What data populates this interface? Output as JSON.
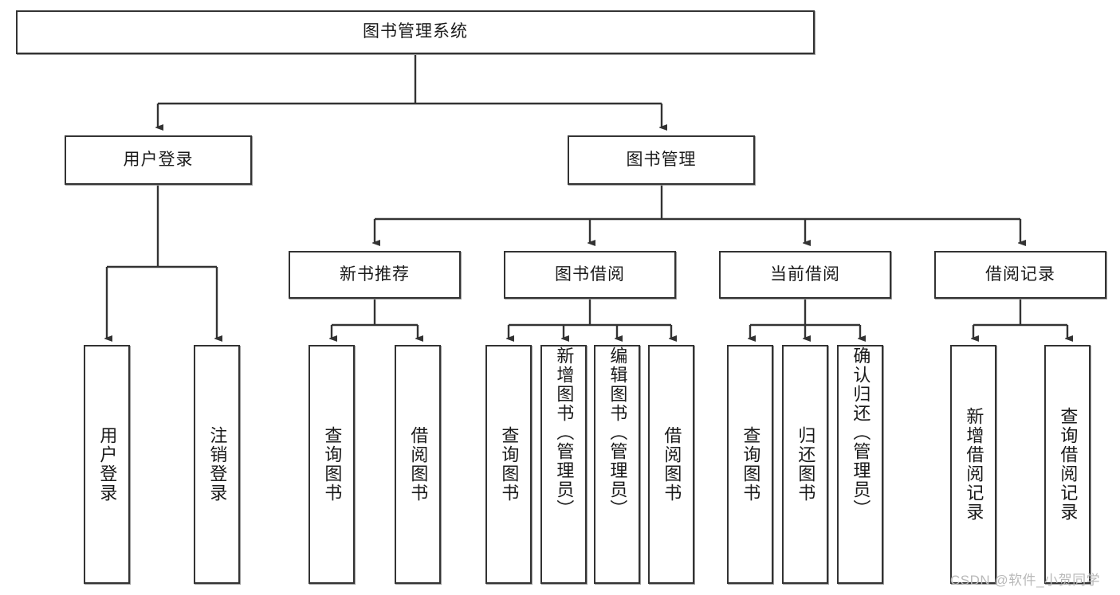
{
  "diagram": {
    "title": "图书管理系统",
    "type": "tree",
    "root": {
      "label": "图书管理系统"
    },
    "level2": [
      {
        "label": "用户登录"
      },
      {
        "label": "图书管理"
      }
    ],
    "level3": [
      {
        "label": "新书推荐"
      },
      {
        "label": "图书借阅"
      },
      {
        "label": "当前借阅"
      },
      {
        "label": "借阅记录"
      }
    ],
    "leaves": {
      "user_login": [
        {
          "label": "用户登录"
        },
        {
          "label": "注销登录"
        }
      ],
      "new_book": [
        {
          "label": "查询图书"
        },
        {
          "label": "借阅图书"
        }
      ],
      "book_borrow": [
        {
          "label": "查询图书"
        },
        {
          "label": "新增图书（管理员）"
        },
        {
          "label": "编辑图书（管理员）"
        },
        {
          "label": "借阅图书"
        }
      ],
      "current_borrow": [
        {
          "label": "查询图书"
        },
        {
          "label": "归还图书"
        },
        {
          "label": "确认归还（管理员）"
        }
      ],
      "borrow_record": [
        {
          "label": "新增借阅记录"
        },
        {
          "label": "查询借阅记录"
        }
      ]
    }
  },
  "watermark": {
    "text": "CSDN @软件_小贺同学"
  },
  "colors": {
    "border": "#333333",
    "text": "#1a1a1a",
    "background": "#ffffff",
    "watermark": "#b9b9b9"
  }
}
